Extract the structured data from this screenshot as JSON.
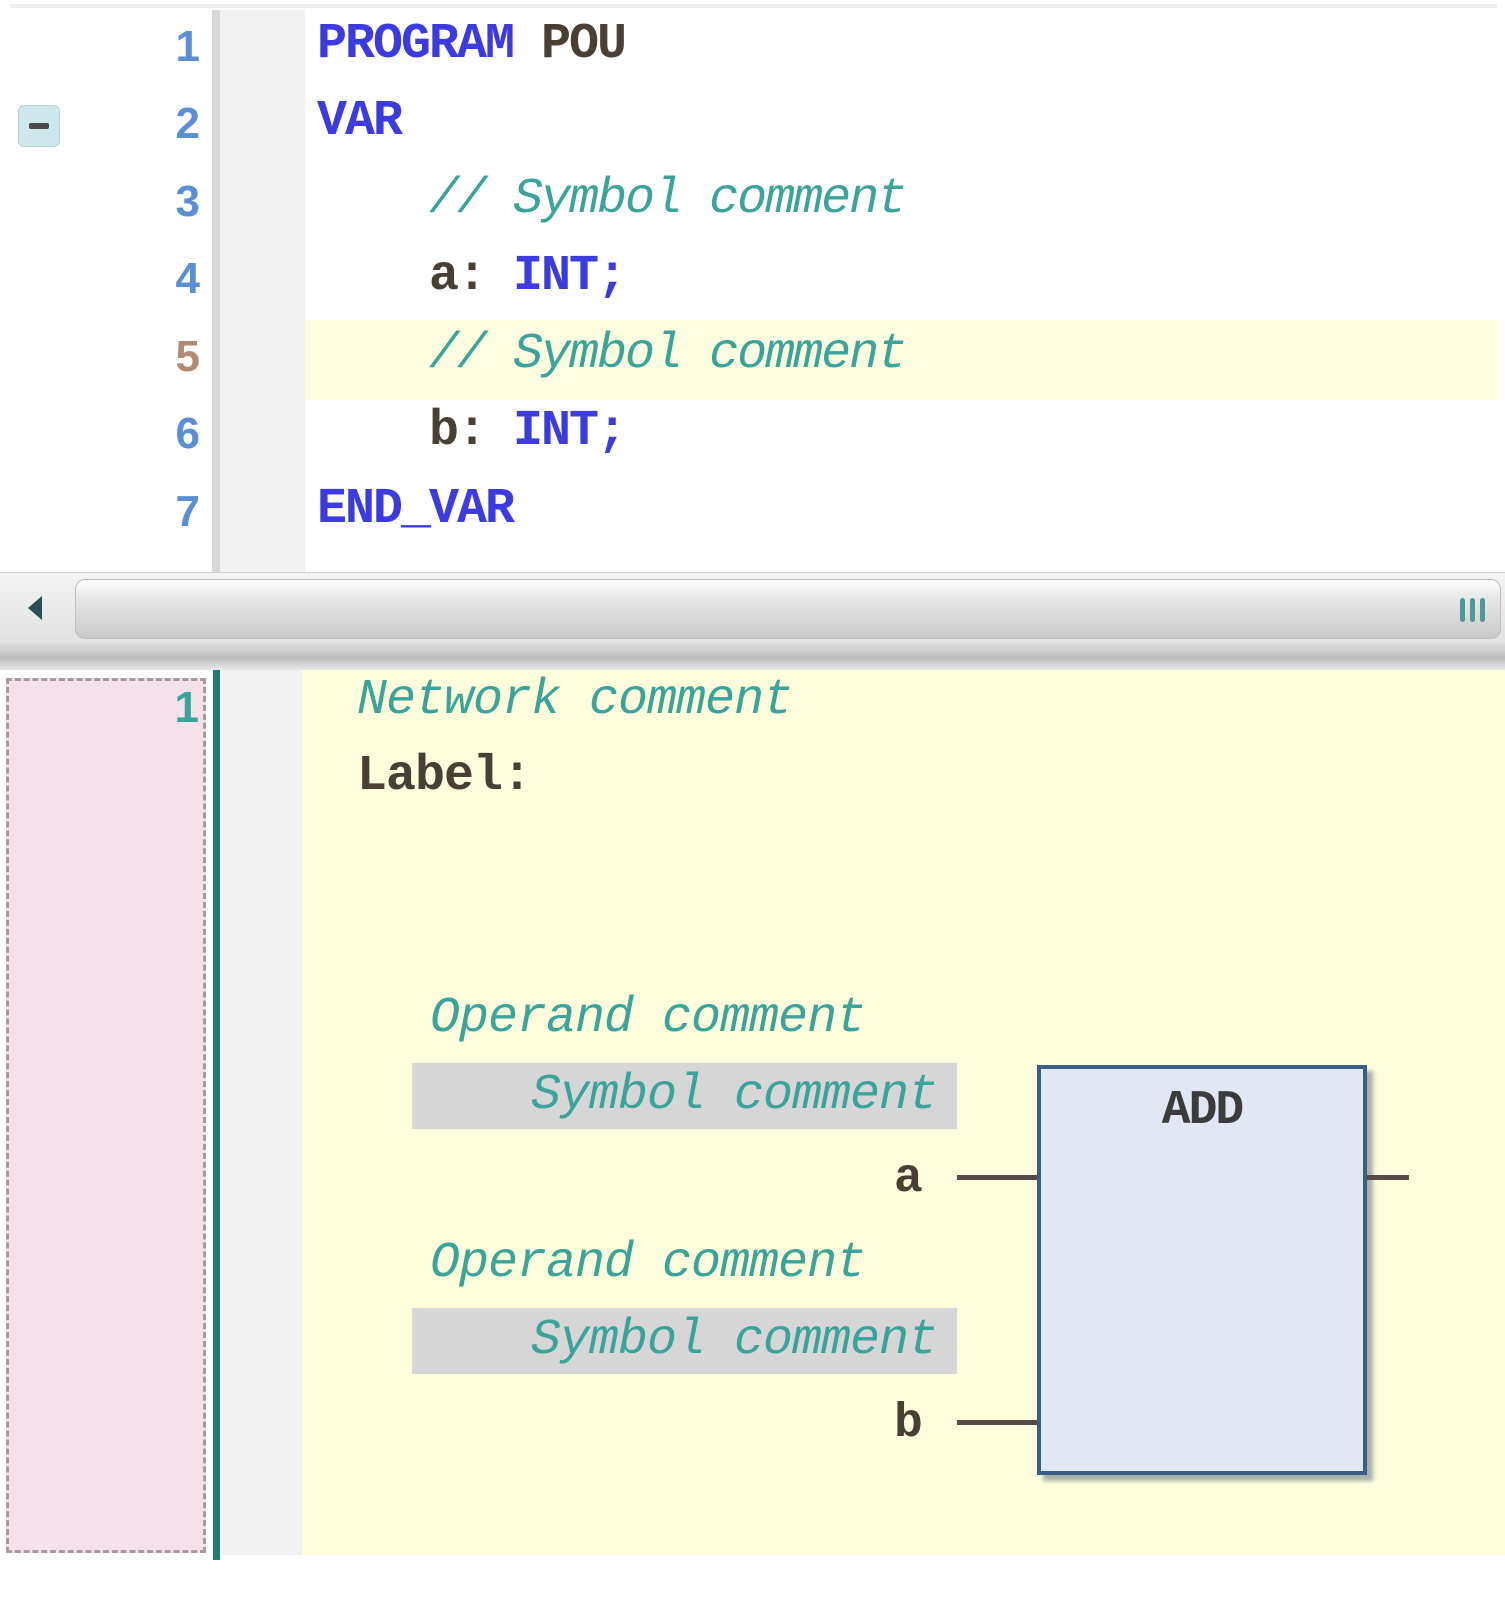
{
  "declaration_editor": {
    "lines": [
      {
        "num": "1",
        "parts": [
          {
            "t": "PROGRAM",
            "c": "kw"
          },
          {
            "t": " POU",
            "c": "id"
          }
        ]
      },
      {
        "num": "2",
        "parts": [
          {
            "t": "VAR",
            "c": "kw"
          }
        ],
        "foldable": true
      },
      {
        "num": "3",
        "parts": [
          {
            "t": "    // Symbol comment",
            "c": "cm"
          }
        ]
      },
      {
        "num": "4",
        "parts": [
          {
            "t": "    a: ",
            "c": "id"
          },
          {
            "t": "INT;",
            "c": "kw"
          }
        ]
      },
      {
        "num": "5",
        "parts": [
          {
            "t": "    // Symbol comment",
            "c": "cm"
          }
        ],
        "current": true
      },
      {
        "num": "6",
        "parts": [
          {
            "t": "    b: ",
            "c": "id"
          },
          {
            "t": "INT;",
            "c": "kw"
          }
        ]
      },
      {
        "num": "7",
        "parts": [
          {
            "t": "END_VAR",
            "c": "kw"
          }
        ]
      }
    ],
    "fold_icon": "collapse-minus-icon"
  },
  "scrollbar": {
    "left_arrow_icon": "scroll-left-arrow-icon",
    "grip_icon": "scroll-grip-icon"
  },
  "network": {
    "number": "1",
    "network_comment": "Network comment",
    "label": "Label:",
    "inputs": [
      {
        "operand_comment": "Operand comment",
        "symbol_comment": "Symbol comment",
        "name": "a"
      },
      {
        "operand_comment": "Operand comment",
        "symbol_comment": "Symbol comment",
        "name": "b"
      }
    ],
    "function_block": {
      "name": "ADD"
    }
  },
  "colors": {
    "keyword": "#3b3be0",
    "comment": "#3aa39a",
    "identifier": "#4a3f35",
    "current_line_bg": "#fdfde0",
    "network_bg": "#fefedc",
    "network_number_bg": "#f5e1ea",
    "fb_fill": "#e1e8f4",
    "fb_border": "#3d5d85"
  }
}
